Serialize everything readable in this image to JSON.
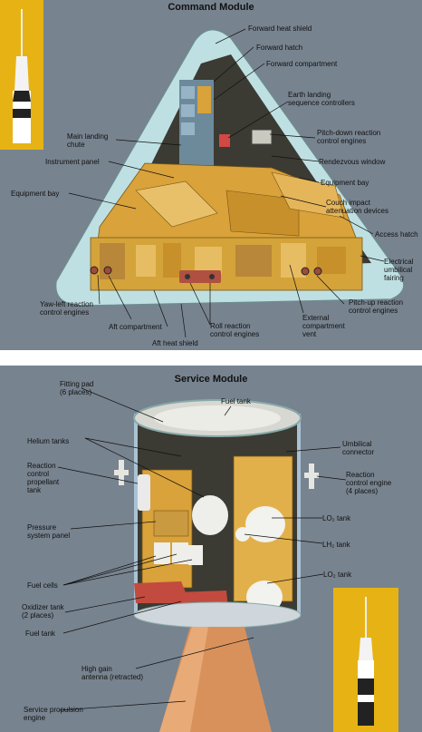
{
  "command_module": {
    "title": "Command Module",
    "labels": {
      "forward_heat_shield": "Forward heat shield",
      "forward_hatch": "Forward hatch",
      "forward_compartment": "Forward compartment",
      "earth_landing": "Earth landing\nsequence controllers",
      "main_chute": "Main landing\nchute",
      "pitch_down": "Pitch-down reaction\ncontrol engines",
      "instrument_panel": "Instrument panel",
      "rendezvous_window": "Rendezvous window",
      "equipment_bay_left": "Equipment bay",
      "equipment_bay_right": "Equipment bay",
      "couch_impact": "Couch impact\nattenuation devices",
      "access_hatch": "Access hatch",
      "electrical_fairing": "Electrical\numbilical\nfairing",
      "yaw_left": "Yaw-left reaction\ncontrol engines",
      "aft_compartment": "Aft compartment",
      "roll_reaction": "Roll reaction\ncontrol engines",
      "pitch_up": "Pitch-up reaction\ncontrol engines",
      "external_vent": "External\ncompartment\nvent",
      "aft_heat_shield": "Aft heat shield"
    }
  },
  "service_module": {
    "title": "Service Module",
    "labels": {
      "fitting_pad": "Fitting pad\n(6 places)",
      "fuel_tank_top": "Fuel tank",
      "helium_tanks": "Helium tanks",
      "umbilical_connector": "Umbilical\nconnector",
      "rcs_propellant": "Reaction\ncontrol\npropellant\ntank",
      "rcs_engine": "Reaction\ncontrol engine\n(4 places)",
      "lo2_tank_1": "LO₂ tank",
      "pressure_panel": "Pressure\nsystem panel",
      "lh2_tank": "LH₂ tank",
      "lo2_tank_2": "LO₂ tank",
      "fuel_cells": "Fuel cells",
      "oxidizer_tank": "Oxidizer tank\n(2 places)",
      "fuel_tank_bottom": "Fuel tank",
      "high_gain": "High gain\nantenna (retracted)",
      "service_propulsion": "Service propulsion\nengine"
    }
  },
  "colors": {
    "panel_background": "#77838f",
    "inset_yellow": "#e7b314",
    "cone_shell": "#bfe0e2",
    "interior_yellow": "#d9a23a",
    "engine_bell": "#d9915c"
  }
}
